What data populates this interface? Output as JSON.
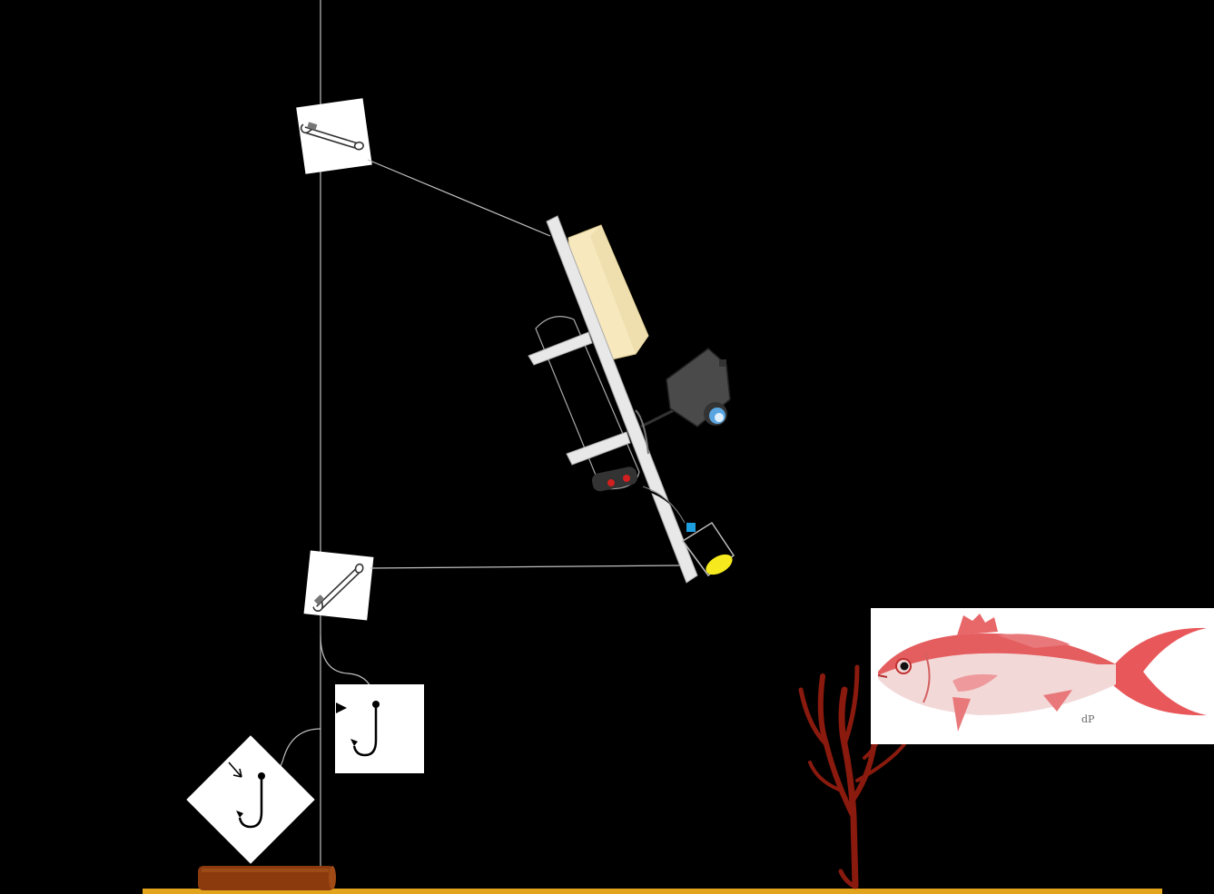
{
  "diagram": {
    "title": "",
    "background_color": "#000000",
    "seafloor_color": "#E2A41D",
    "line_color": "#BFBFBF",
    "anchor_color": "#8B3A0E",
    "float_color": "#F7E8BE",
    "coral_color": "#8A1A0E",
    "fish_color": "#E0484A",
    "light_lens_color": "#F6EA1E",
    "camera_lens_color": "#5AA5E0",
    "components": [
      {
        "name": "safety-pin-swivel-upper",
        "icon": "safety-pin-icon"
      },
      {
        "name": "safety-pin-swivel-lower",
        "icon": "safety-pin-icon"
      },
      {
        "name": "baited-hook-upper",
        "icon": "fish-hook-icon"
      },
      {
        "name": "baited-hook-lower",
        "icon": "fish-hook-icon"
      },
      {
        "name": "camera-rig-frame",
        "icon": "camera-icon"
      },
      {
        "name": "dive-light",
        "icon": "flashlight-icon"
      },
      {
        "name": "anchor-weight",
        "icon": "weight-icon"
      },
      {
        "name": "red-snapper",
        "icon": "fish-icon"
      },
      {
        "name": "gorgonian-coral",
        "icon": "coral-icon"
      }
    ],
    "fish_signature": "dP"
  }
}
